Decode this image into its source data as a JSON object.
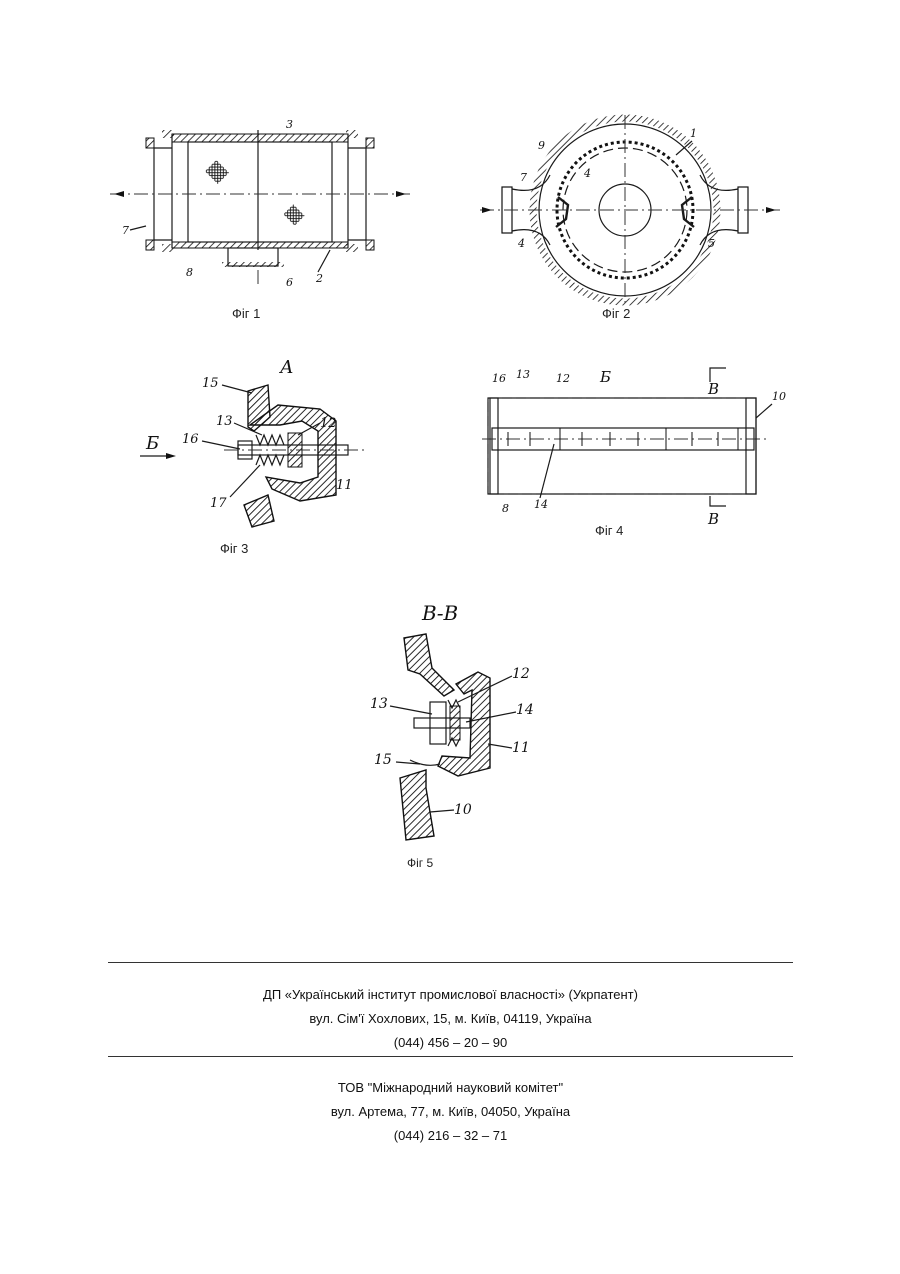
{
  "figures": {
    "fig1": {
      "caption": "Фіг 1",
      "labels": [
        "3",
        "7",
        "8",
        "6",
        "2"
      ]
    },
    "fig2": {
      "caption": "Фіг 2",
      "labels": [
        "9",
        "1",
        "7",
        "4",
        "4",
        "5"
      ]
    },
    "fig3": {
      "caption": "Фіг 3",
      "view_letter": "А",
      "arrow_letter": "Б",
      "labels": [
        "15",
        "13",
        "12",
        "16",
        "17",
        "11"
      ]
    },
    "fig4": {
      "caption": "Фіг 4",
      "view_letter": "Б",
      "section_letter": "В",
      "labels": [
        "16",
        "13",
        "12",
        "14",
        "8",
        "10"
      ]
    },
    "fig5": {
      "caption": "Фіг 5",
      "section_title": "В-В",
      "labels": [
        "12",
        "13",
        "14",
        "15",
        "11",
        "10"
      ]
    }
  },
  "footer": {
    "org1": {
      "name": "ДП «Український інститут промислової власності» (Укрпатент)",
      "address": "вул. Сім'ї Хохлових, 15, м. Київ, 04119, Україна",
      "phone": "(044) 456 – 20 –  90"
    },
    "org2": {
      "name": "ТОВ \"Міжнародний науковий комітет\"",
      "address": "вул. Артема, 77, м. Київ, 04050, Україна",
      "phone": "(044) 216 – 32 – 71"
    }
  },
  "colors": {
    "ink": "#1a1a1a",
    "paper": "#ffffff"
  }
}
